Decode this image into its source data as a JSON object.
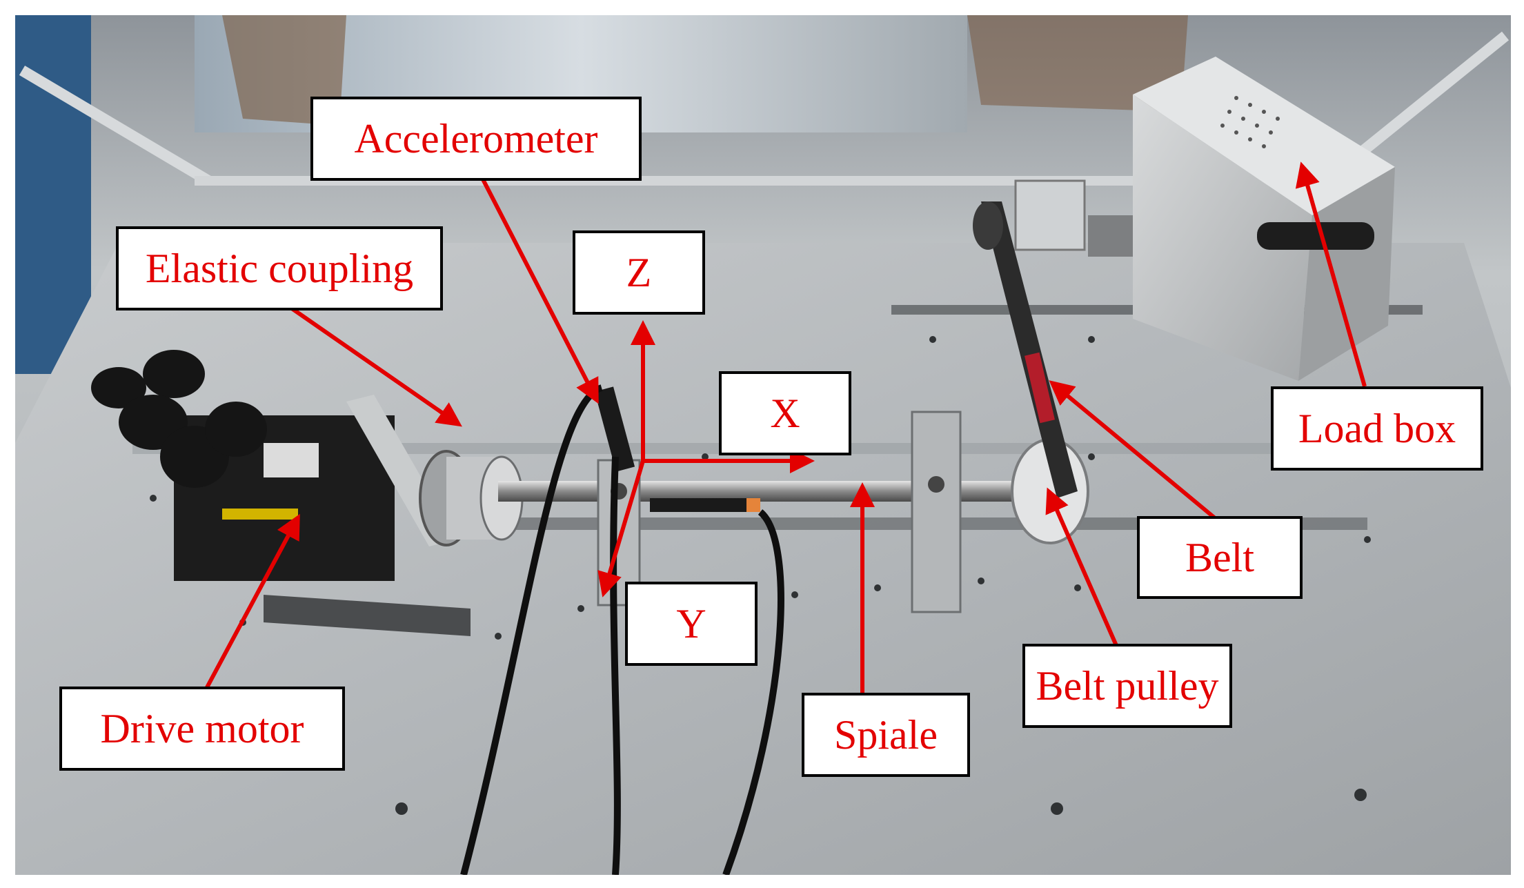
{
  "figure": {
    "labels": {
      "accelerometer": "Accelerometer",
      "elastic_coupling": "Elastic coupling",
      "axis_z": "Z",
      "axis_x": "X",
      "axis_y": "Y",
      "drive_motor": "Drive motor",
      "spindle": "Spiale",
      "belt_pulley": "Belt pulley",
      "belt": "Belt",
      "load_box": "Load box"
    },
    "colors": {
      "annotation_red": "#e30000",
      "label_border": "#000000",
      "label_fill": "#ffffff"
    }
  }
}
